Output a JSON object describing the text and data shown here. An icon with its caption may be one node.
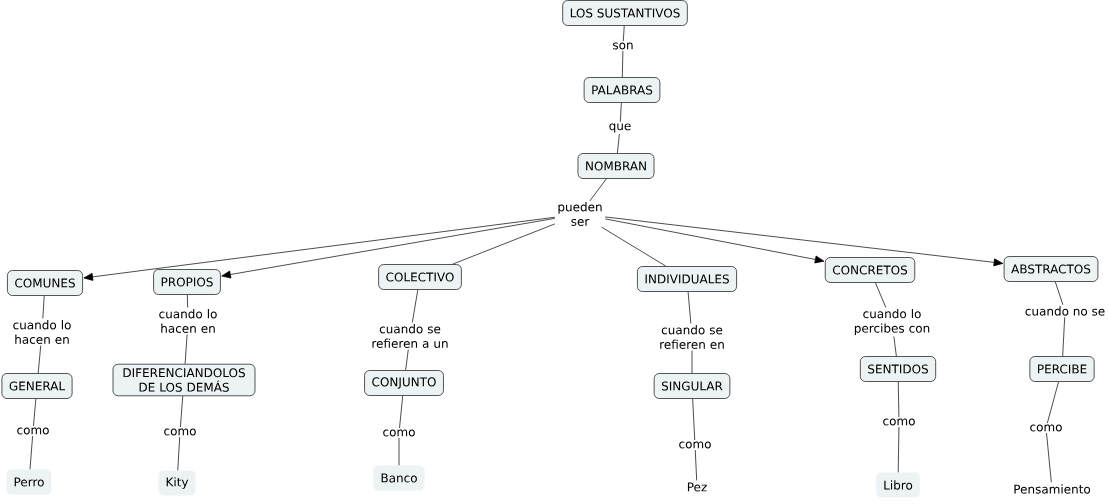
{
  "diagram": {
    "nodes": [
      {
        "text": [
          "LOS SUSTANTIVOS"
        ]
      },
      {
        "text": [
          "PALABRAS"
        ]
      },
      {
        "text": [
          "NOMBRAN"
        ]
      },
      {
        "text": [
          "pueden ser"
        ]
      },
      {
        "text": [
          "COMUNES"
        ]
      },
      {
        "text": [
          "PROPIOS"
        ]
      },
      {
        "text": [
          "COLECTIVO"
        ]
      },
      {
        "text": [
          "INDIVIDUALES"
        ]
      },
      {
        "text": [
          "CONCRETOS"
        ]
      },
      {
        "text": [
          "ABSTRACTOS"
        ]
      },
      {
        "text": [
          "GENERAL"
        ]
      },
      {
        "text": [
          "DIFERENCIANDOLOS DE LOS DEMÁS"
        ]
      },
      {
        "text": [
          "CONJUNTO"
        ]
      },
      {
        "text": [
          "SINGULAR"
        ]
      },
      {
        "text": [
          "SENTIDOS"
        ]
      },
      {
        "text": [
          "PERCIBE"
        ]
      },
      {
        "text": [
          "Perro"
        ]
      },
      {
        "text": [
          "Kity"
        ]
      },
      {
        "text": [
          "Banco"
        ]
      },
      {
        "text": [
          "Pez"
        ]
      },
      {
        "text": [
          "Libro"
        ]
      },
      {
        "text": [
          "Pensamiento"
        ]
      }
    ],
    "edges": [
      {
        "from": 0,
        "to": 1,
        "arrow": "none",
        "label": "son"
      },
      {
        "from": 1,
        "to": 2,
        "arrow": "none",
        "label": "que"
      },
      {
        "from": 2,
        "to": 3,
        "arrow": "none"
      },
      {
        "from": 3,
        "to": 4,
        "arrow": "to"
      },
      {
        "from": 3,
        "to": 5,
        "arrow": "to"
      },
      {
        "from": 3,
        "to": 6,
        "arrow": "none"
      },
      {
        "from": 3,
        "to": 7,
        "arrow": "none"
      },
      {
        "from": 3,
        "to": 8,
        "arrow": "to"
      },
      {
        "from": 3,
        "to": 9,
        "arrow": "to"
      },
      {
        "from": 4,
        "to": 10,
        "arrow": "none",
        "label": "cuando lo hacen en"
      },
      {
        "from": 5,
        "to": 11,
        "arrow": "none",
        "label": "cuando lo hacen en"
      },
      {
        "from": 6,
        "to": 12,
        "arrow": "none",
        "label": "cuando se refieren a un"
      },
      {
        "from": 7,
        "to": 13,
        "arrow": "none",
        "label": "cuando se refieren en"
      },
      {
        "from": 8,
        "to": 14,
        "arrow": "none",
        "label": "cuando lo percibes con"
      },
      {
        "from": 9,
        "to": 15,
        "arrow": "none",
        "label": "cuando no se"
      },
      {
        "from": 10,
        "to": 16,
        "arrow": "none",
        "label": "como"
      },
      {
        "from": 11,
        "to": 17,
        "arrow": "none",
        "label": "como"
      },
      {
        "from": 12,
        "to": 18,
        "arrow": "none",
        "label": "como"
      },
      {
        "from": 13,
        "to": 19,
        "arrow": "none",
        "label": "como"
      },
      {
        "from": 14,
        "to": 20,
        "arrow": "none",
        "label": "como"
      },
      {
        "from": 15,
        "to": 21,
        "arrow": "none",
        "label": "como"
      }
    ]
  }
}
